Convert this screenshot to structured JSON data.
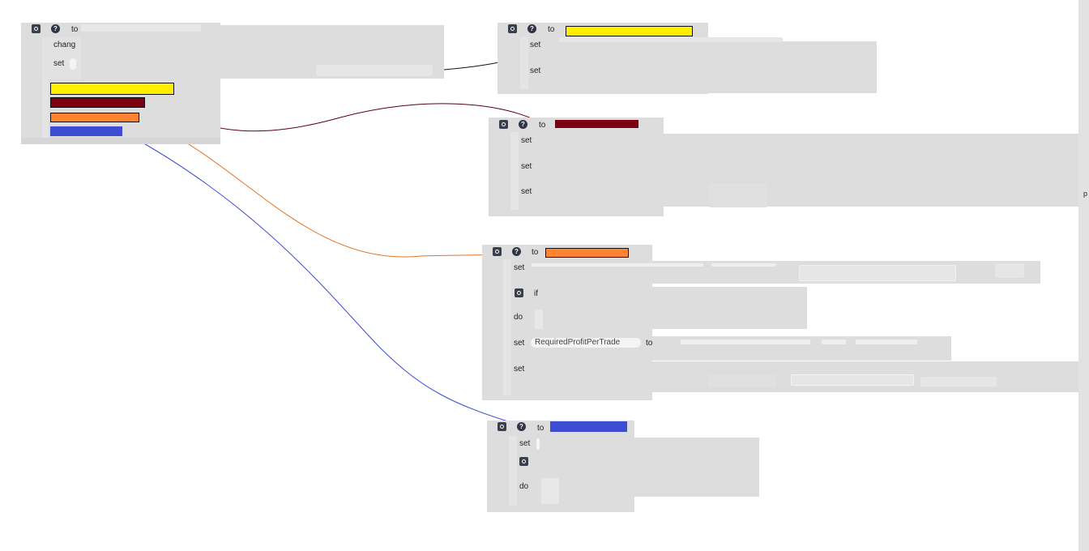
{
  "colors": {
    "yellow": "#ffee00",
    "maroon": "#7d0013",
    "orange": "#ff8330",
    "blue": "#3d4cd0",
    "block": "#dddddd"
  },
  "main_block": {
    "header_label": "to",
    "rows": [
      "chang",
      "set"
    ]
  },
  "yellow_proc": {
    "header_label": "to",
    "rows": [
      "set",
      "set"
    ]
  },
  "maroon_proc": {
    "header_label": "to",
    "rows": [
      "set",
      "set",
      "set"
    ]
  },
  "orange_proc": {
    "header_label": "to",
    "rows": [
      "set",
      "if",
      "do",
      "set",
      "set"
    ],
    "var_text": "RequiredProfitPerTrade",
    "var_to": "to"
  },
  "blue_proc": {
    "header_label": "to",
    "rows": [
      "set",
      "do"
    ]
  },
  "right_edge_text": "p"
}
